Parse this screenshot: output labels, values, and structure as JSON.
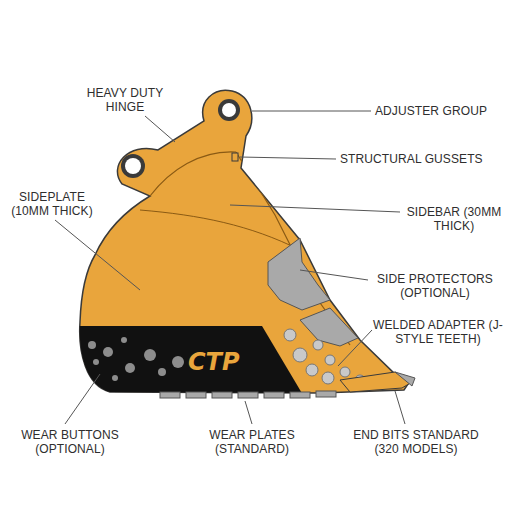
{
  "diagram": {
    "labels": [
      "HEAVY DUTY HINGE",
      "ADJUSTER GROUP",
      "STRUCTURAL GUSSETS",
      "SIDEPLATE (10MM THICK)",
      "SIDEBAR (30MM THICK)",
      "SIDE PROTECTORS (OPTIONAL)",
      "WELDED ADAPTER (J-STYLE TEETH)",
      "CTP",
      "WEAR BUTTONS (OPTIONAL)",
      "WEAR PLATES (STANDARD)",
      "END BITS STANDARD (320 MODELS)"
    ]
  }
}
